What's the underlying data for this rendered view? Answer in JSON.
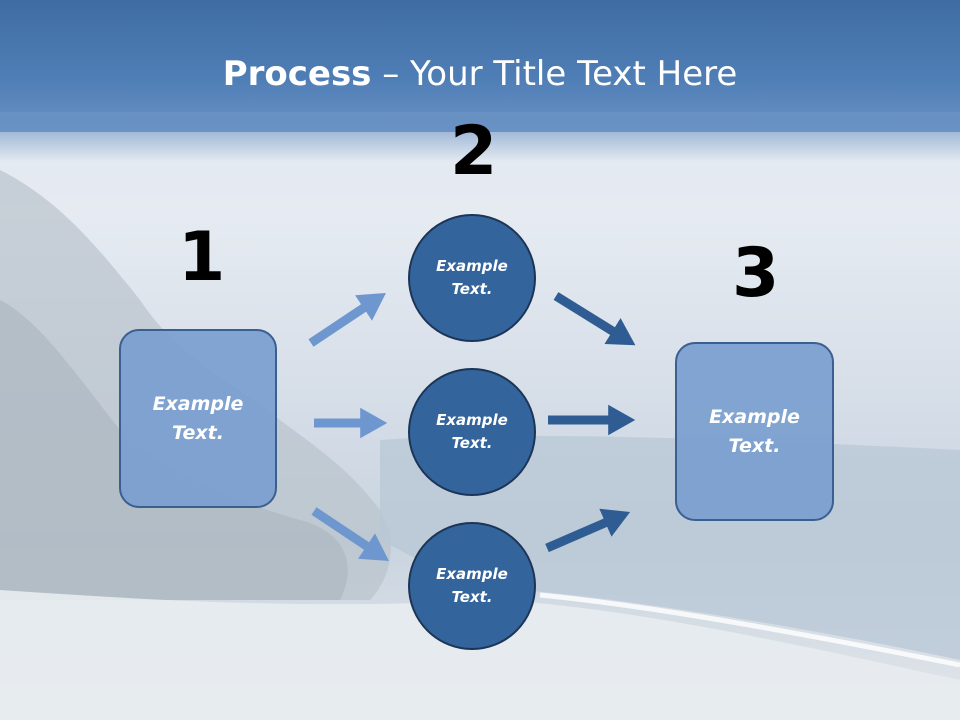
{
  "title": {
    "bold": "Process",
    "rest": " – Your Title Text Here"
  },
  "steps": {
    "one": "1",
    "two": "2",
    "three": "3"
  },
  "left_box": {
    "line1": "Example",
    "line2": "Text."
  },
  "right_box": {
    "line1": "Example",
    "line2": "Text."
  },
  "circles": [
    {
      "line1": "Example",
      "line2": "Text."
    },
    {
      "line1": "Example",
      "line2": "Text."
    },
    {
      "line1": "Example",
      "line2": "Text."
    }
  ],
  "colors": {
    "title_band": "#4f7eb6",
    "box_fill": "#7a9ecf",
    "circle_fill": "#33649c",
    "light_arrow": "#6f97cf",
    "dark_arrow": "#2f5d93"
  }
}
